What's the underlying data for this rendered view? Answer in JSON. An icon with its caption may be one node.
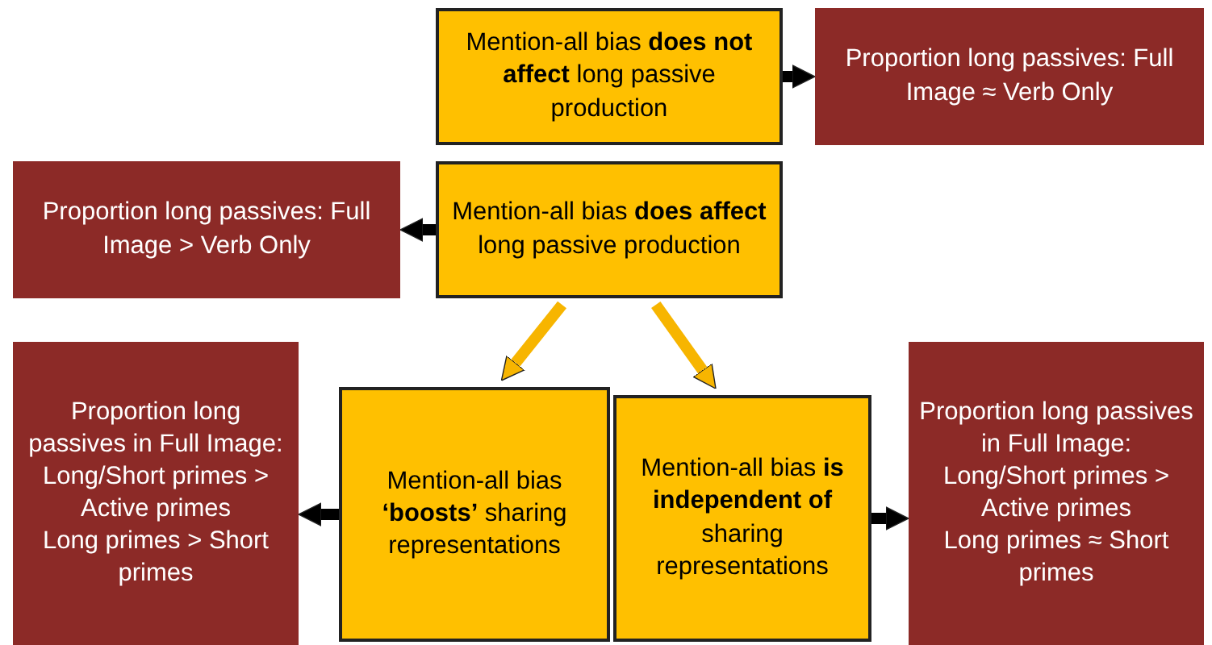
{
  "diagram": {
    "nodes": [
      {
        "text": [
          "Mention-all bias **does not affect** long passive production"
        ]
      },
      {
        "text": [
          "Proportion long passives: Full Image ≈ Verb Only"
        ]
      },
      {
        "text": [
          "Mention-all bias **does affect** long passive production"
        ]
      },
      {
        "text": [
          "Proportion long passives: Full Image > Verb Only"
        ]
      },
      {
        "text": [
          "Proportion long passives in Full Image:",
          "Long/Short primes > Active primes",
          "Long primes > Short primes"
        ]
      },
      {
        "text": [
          "Mention-all bias **‘boosts’** sharing representations"
        ]
      },
      {
        "text": [
          "Mention-all bias **is independent of** sharing representations"
        ]
      },
      {
        "text": [
          "Proportion long passives in Full Image:",
          "Long/Short primes > Active primes",
          "Long primes ≈ Short primes"
        ]
      }
    ],
    "edges": [
      {
        "from": 0,
        "to": 1,
        "arrow": "to"
      },
      {
        "from": 2,
        "to": 3,
        "arrow": "to"
      },
      {
        "from": 2,
        "to": 5,
        "arrow": "to",
        "color": "#f7b500"
      },
      {
        "from": 2,
        "to": 6,
        "arrow": "to",
        "color": "#f7b500"
      },
      {
        "from": 5,
        "to": 4,
        "arrow": "to"
      },
      {
        "from": 6,
        "to": 7,
        "arrow": "to"
      }
    ]
  }
}
